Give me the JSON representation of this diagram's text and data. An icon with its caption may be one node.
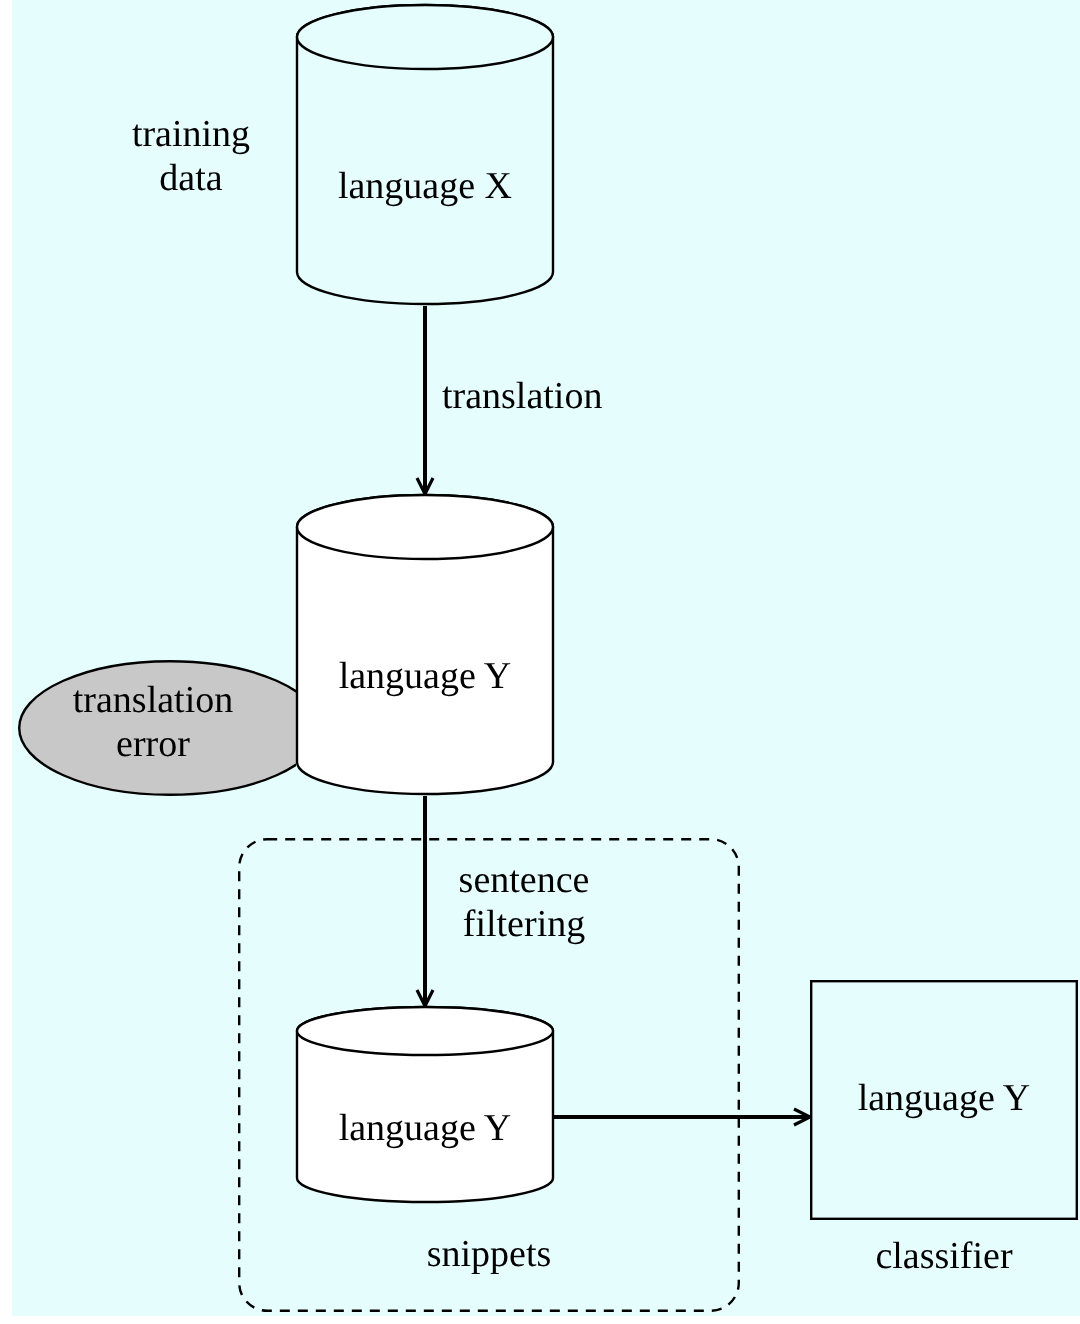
{
  "diagram": {
    "nodes": [
      {
        "text": [
          "language X"
        ],
        "beside": [
          "training data"
        ]
      },
      {
        "text": [
          "language Y"
        ]
      },
      {
        "text": [
          "translation error"
        ]
      },
      {
        "text": [
          "snippets"
        ]
      },
      {
        "text": [
          "language Y"
        ],
        "in": 3
      },
      {
        "text": [
          "language Y"
        ],
        "beside": [
          "classifier"
        ]
      }
    ],
    "edges": [
      {
        "from": 0,
        "to": 1,
        "arrow": "to",
        "label": "translation"
      },
      {
        "from": 1,
        "to": 4,
        "arrow": "to",
        "label": "sentence filtering"
      },
      {
        "from": 4,
        "to": 5,
        "arrow": "to"
      }
    ]
  }
}
